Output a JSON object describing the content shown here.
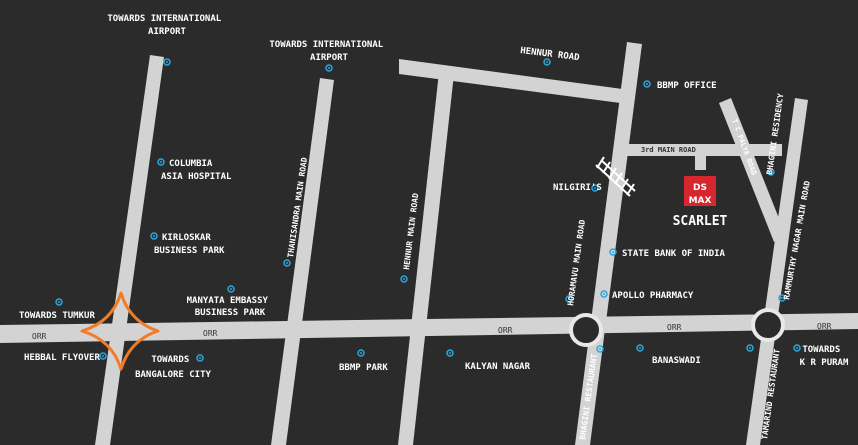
{
  "colors": {
    "background": "#2b2b2b",
    "road": "#d3d3d3",
    "marker": "#29a8e0",
    "flyover": "#f07c28",
    "brand": "#d7262e"
  },
  "orr_label": "ORR",
  "landmarks": [
    {
      "id": "towards-international-airport-1",
      "lines": [
        "TOWARDS INTERNATIONAL",
        "AIRPORT"
      ]
    },
    {
      "id": "towards-international-airport-2",
      "lines": [
        "TOWARDS INTERNATIONAL",
        "AIRPORT"
      ]
    },
    {
      "id": "columbia-asia-hospital",
      "lines": [
        "COLUMBIA",
        "ASIA HOSPITAL"
      ]
    },
    {
      "id": "kirloskar-business-park",
      "lines": [
        "KIRLOSKAR",
        "BUSINESS PARK"
      ]
    },
    {
      "id": "manyata-embassy-business-park",
      "lines": [
        "MANYATA EMBASSY",
        "BUSINESS PARK"
      ]
    },
    {
      "id": "towards-tumkur",
      "lines": [
        "TOWARDS TUMKUR"
      ]
    },
    {
      "id": "hebbal-flyover",
      "lines": [
        "HEBBAL FLYOVER"
      ]
    },
    {
      "id": "towards-bangalore-city",
      "lines": [
        "TOWARDS",
        "BANGALORE CITY"
      ]
    },
    {
      "id": "bbmp-park",
      "lines": [
        "BBMP PARK"
      ]
    },
    {
      "id": "kalyan-nagar",
      "lines": [
        "KALYAN NAGAR"
      ]
    },
    {
      "id": "hennur-road",
      "lines": [
        "HENNUR ROAD"
      ]
    },
    {
      "id": "bbmp-office",
      "lines": [
        "BBMP OFFICE"
      ]
    },
    {
      "id": "nilgiris",
      "lines": [
        "NILGIRI'S"
      ]
    },
    {
      "id": "state-bank-of-india",
      "lines": [
        "STATE BANK OF INDIA"
      ]
    },
    {
      "id": "apollo-pharmacy",
      "lines": [
        "APOLLO PHARMACY"
      ]
    },
    {
      "id": "banaswadi",
      "lines": [
        "BANASWADI"
      ]
    },
    {
      "id": "towards-kr-puram",
      "lines": [
        "TOWARDS",
        "K R PURAM"
      ]
    }
  ],
  "roads": {
    "thanisandra": "THANISANDRA MAIN ROAD",
    "hennur_main": "HENNUR MAIN ROAD",
    "horamavu": "HORAMAVU MAIN ROAD",
    "third_main": "3rd MAIN ROAD",
    "tc_palya": "T C PALYA ROAD",
    "bhagini_residency": "BHAGINI RESIDENCY",
    "ramamurthy": "RAMMURTHY NAGAR MAIN ROAD",
    "bhagini_restaurant": "BHAGINI RESTAURANT",
    "tamarind_restaurant": "TAMARIND RESTAURANT"
  },
  "project": {
    "brand_top": "DS",
    "brand_bottom": "MAX",
    "name": "SCARLET"
  }
}
